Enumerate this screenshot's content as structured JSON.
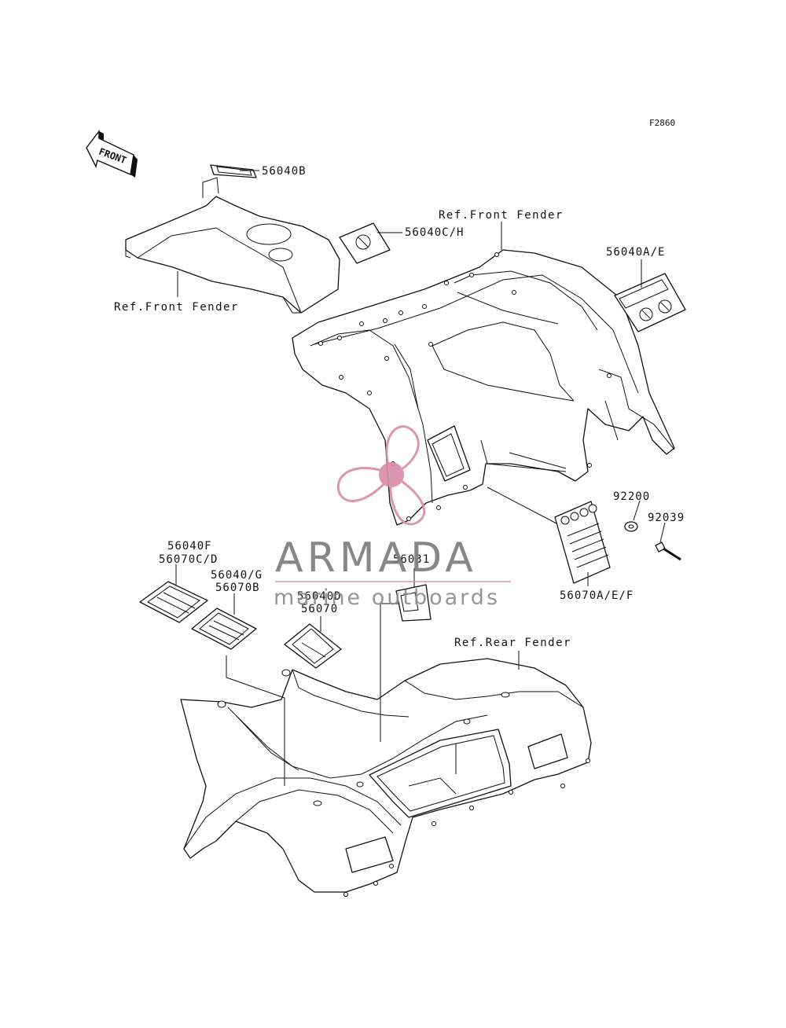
{
  "figure_code": "F2860",
  "front_arrow_label": "FRONT",
  "labels": {
    "p56040B": "56040B",
    "p56040CH": "56040C/H",
    "ref_front_fender_top": "Ref.Front Fender",
    "ref_front_fender_left": "Ref.Front Fender",
    "p56040AE": "56040A/E",
    "p92200": "92200",
    "p92039": "92039",
    "p56070AEF": "56070A/E/F",
    "p56040F": "56040F",
    "p56070CD": "56070C/D",
    "p56040G": "56040/G",
    "p56070B": "56070B",
    "p56031": "56031",
    "p56040D": "56040D",
    "p56070": "56070",
    "ref_rear_fender": "Ref.Rear Fender"
  },
  "watermark": {
    "brand": "ARMADA",
    "tagline": "marine outboards",
    "brand_color": "#7b7b7b",
    "accent_color": "#d98aa6"
  }
}
